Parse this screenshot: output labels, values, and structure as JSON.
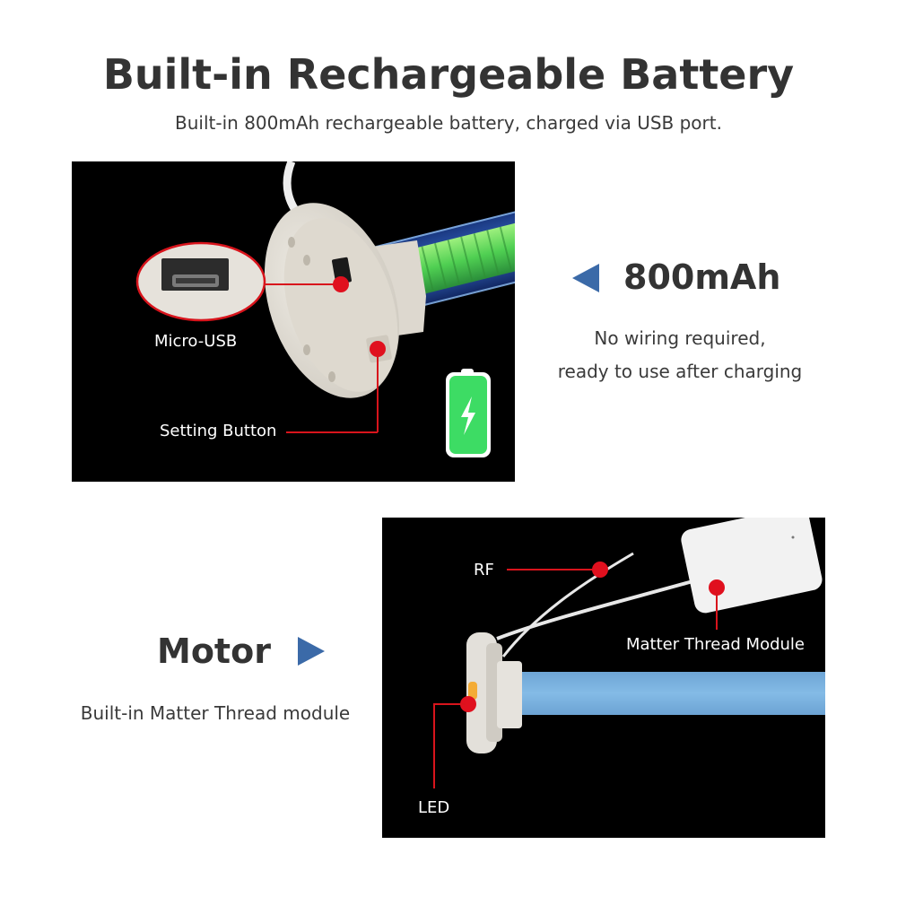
{
  "header": {
    "title": "Built-in Rechargeable Battery",
    "subtitle": "Built-in 800mAh rechargeable battery, charged via USB port."
  },
  "battery_panel": {
    "callouts": [
      {
        "label": "Micro-USB"
      },
      {
        "label": "Setting Button"
      }
    ],
    "icons": [
      "battery-charging-icon"
    ]
  },
  "battery_feature": {
    "title": "800mAh",
    "lines": [
      "No wiring required,",
      "ready to use after charging"
    ],
    "pointer": "triangle-left-icon"
  },
  "motor_feature": {
    "title": "Motor",
    "text": "Built-in Matter Thread module",
    "pointer": "triangle-right-icon"
  },
  "motor_panel": {
    "callouts": [
      {
        "label": "RF"
      },
      {
        "label": "Matter Thread Module"
      },
      {
        "label": "LED"
      }
    ]
  },
  "colors": {
    "accent_blue": "#3b6aa8",
    "callout_red": "#e0101e",
    "battery_green": "#3ddc64",
    "tube_blue": "#7fb6e3"
  }
}
